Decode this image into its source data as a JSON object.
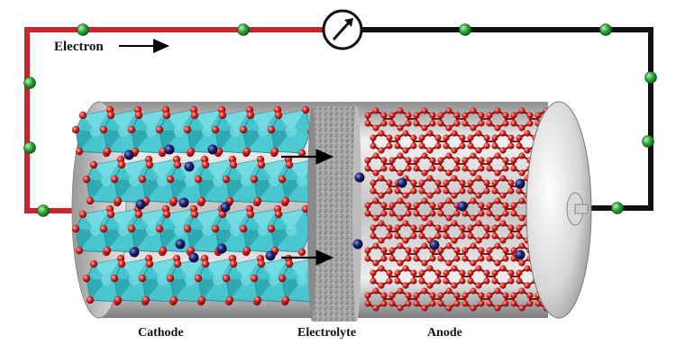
{
  "labels": {
    "electron": "Electron",
    "cathode": "Cathode",
    "electrolyte": "Electrolyte",
    "anode": "Anode"
  },
  "colors": {
    "cathode_wire": "#c8262a",
    "anode_wire": "#111111",
    "electron_bead": "#2fa83a",
    "lithium_ion": "#1a1f6b",
    "oxygen_atom": "#d8201e",
    "octahedra": "#3fc6cf",
    "anode_bonds": "#8a1410",
    "electrolyte": "#9a9a9a",
    "cylinder": "#cfcfcf"
  },
  "icons": {
    "meter": "ammeter-dial-icon",
    "arrow": "arrow-right-icon"
  }
}
